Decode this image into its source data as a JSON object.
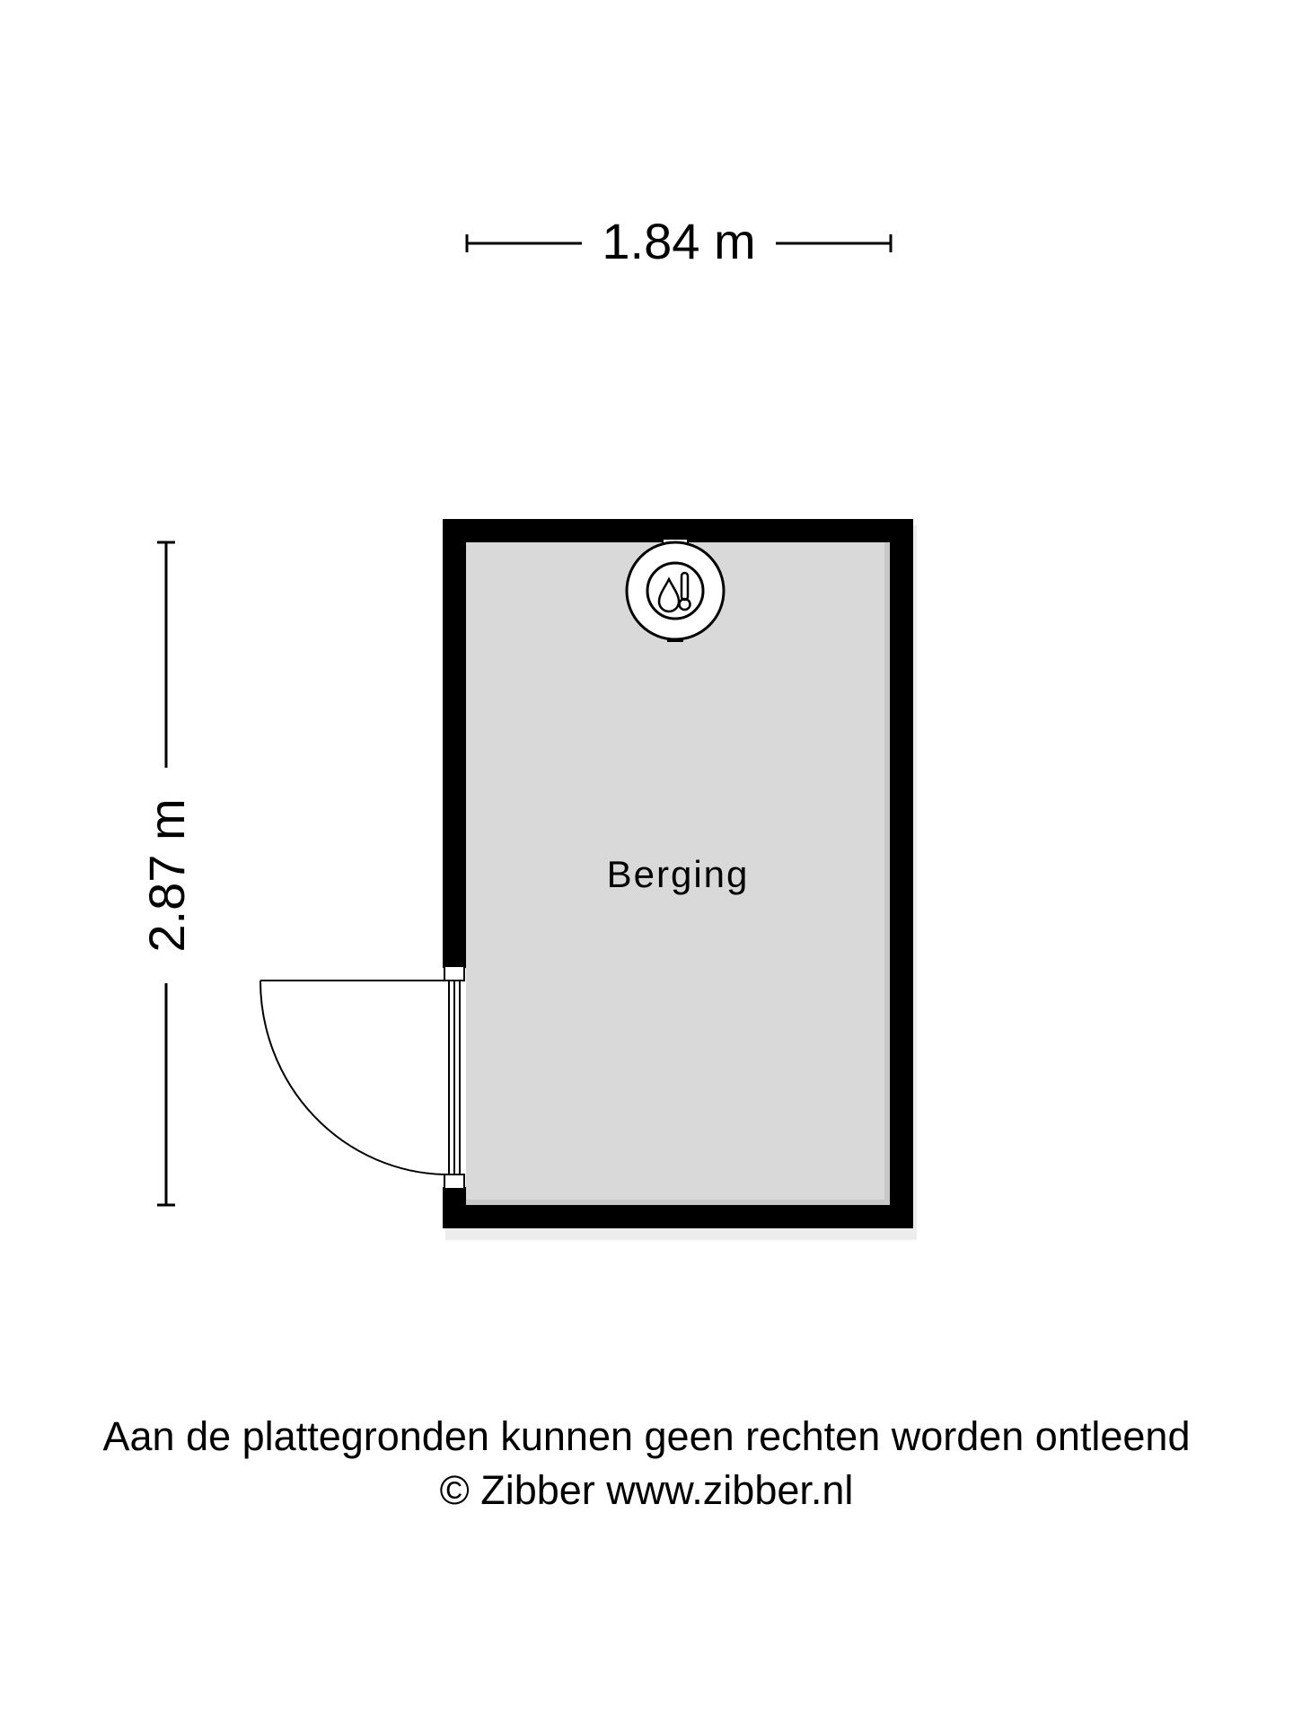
{
  "dimensions": {
    "width_label": "1.84 m",
    "height_label": "2.87 m"
  },
  "room": {
    "name": "Berging"
  },
  "icons": {
    "boiler": "boiler-thermometer-drop-icon",
    "door": "door-swing-icon"
  },
  "colors": {
    "wall": "#000000",
    "floor": "#d9d9d9",
    "background": "#ffffff",
    "text": "#000000"
  },
  "footer": {
    "disclaimer": "Aan de plattegronden kunnen geen rechten worden ontleend",
    "copyright": "© Zibber www.zibber.nl"
  }
}
